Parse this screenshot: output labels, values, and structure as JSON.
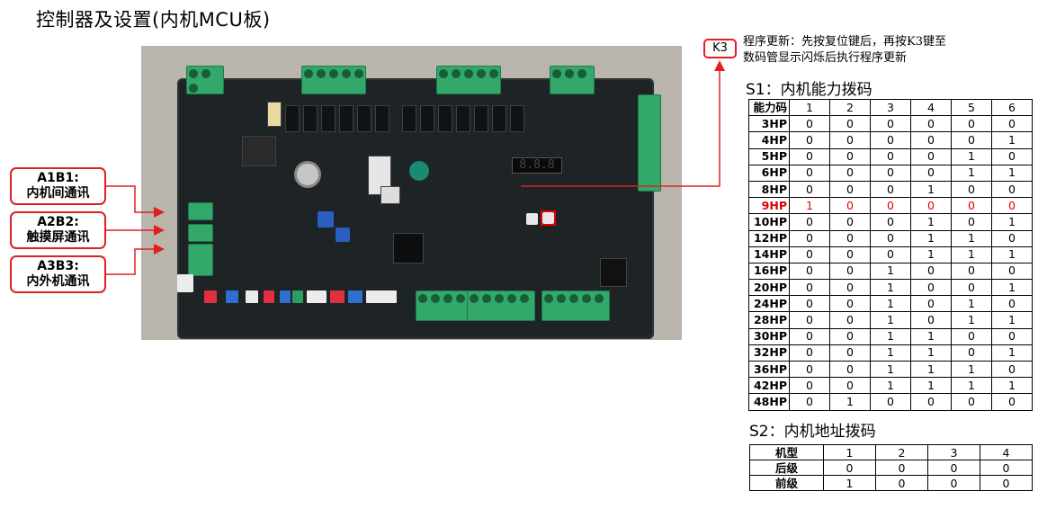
{
  "title": "控制器及设置(内机MCU板)",
  "left_labels": [
    {
      "line1": "A1B1:",
      "line2": "内机间通讯"
    },
    {
      "line1": "A2B2:",
      "line2": "触摸屏通讯"
    },
    {
      "line1": "A3B3:",
      "line2": "内外机通讯"
    }
  ],
  "k3": {
    "tag": "K3",
    "desc_line1": "程序更新：先按复位键后，再按K3键至",
    "desc_line2": "数码管显示闪烁后执行程序更新"
  },
  "colors": {
    "accent_red": "#e02020",
    "highlight_row": "#e00000",
    "terminal_green": "#32a86b"
  },
  "s1": {
    "title": "S1：内机能力拨码",
    "header": [
      "能力码",
      "1",
      "2",
      "3",
      "4",
      "5",
      "6"
    ],
    "highlight_row": "9HP",
    "rows": [
      [
        "3HP",
        "0",
        "0",
        "0",
        "0",
        "0",
        "0"
      ],
      [
        "4HP",
        "0",
        "0",
        "0",
        "0",
        "0",
        "1"
      ],
      [
        "5HP",
        "0",
        "0",
        "0",
        "0",
        "1",
        "0"
      ],
      [
        "6HP",
        "0",
        "0",
        "0",
        "0",
        "1",
        "1"
      ],
      [
        "8HP",
        "0",
        "0",
        "0",
        "1",
        "0",
        "0"
      ],
      [
        "9HP",
        "1",
        "0",
        "0",
        "0",
        "0",
        "0"
      ],
      [
        "10HP",
        "0",
        "0",
        "0",
        "1",
        "0",
        "1"
      ],
      [
        "12HP",
        "0",
        "0",
        "0",
        "1",
        "1",
        "0"
      ],
      [
        "14HP",
        "0",
        "0",
        "0",
        "1",
        "1",
        "1"
      ],
      [
        "16HP",
        "0",
        "0",
        "1",
        "0",
        "0",
        "0"
      ],
      [
        "20HP",
        "0",
        "0",
        "1",
        "0",
        "0",
        "1"
      ],
      [
        "24HP",
        "0",
        "0",
        "1",
        "0",
        "1",
        "0"
      ],
      [
        "28HP",
        "0",
        "0",
        "1",
        "0",
        "1",
        "1"
      ],
      [
        "30HP",
        "0",
        "0",
        "1",
        "1",
        "0",
        "0"
      ],
      [
        "32HP",
        "0",
        "0",
        "1",
        "1",
        "0",
        "1"
      ],
      [
        "36HP",
        "0",
        "0",
        "1",
        "1",
        "1",
        "0"
      ],
      [
        "42HP",
        "0",
        "0",
        "1",
        "1",
        "1",
        "1"
      ],
      [
        "48HP",
        "0",
        "1",
        "0",
        "0",
        "0",
        "0"
      ]
    ]
  },
  "s2": {
    "title": "S2：内机地址拨码",
    "header": [
      "机型",
      "1",
      "2",
      "3",
      "4"
    ],
    "rows": [
      [
        "后级",
        "0",
        "0",
        "0",
        "0"
      ],
      [
        "前级",
        "1",
        "0",
        "0",
        "0"
      ]
    ]
  }
}
